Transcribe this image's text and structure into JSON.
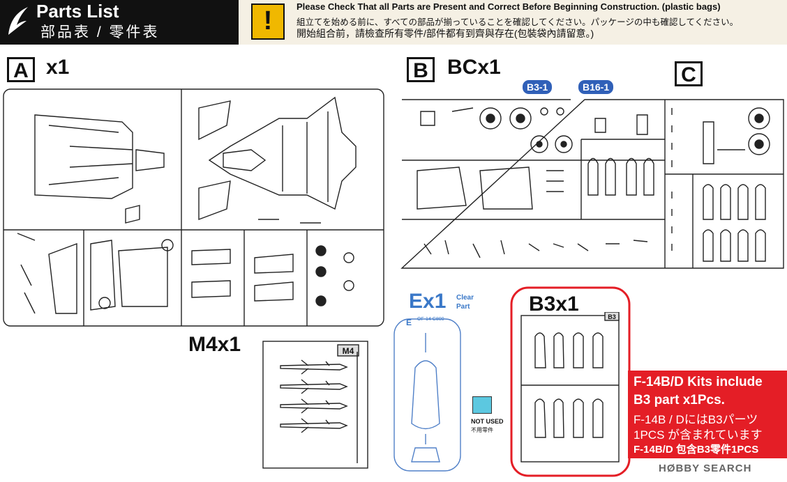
{
  "header": {
    "title": "Parts List",
    "subtitle": "部品表 / 零件表"
  },
  "notice": {
    "en": "Please Check That all Parts are Present and Correct Before Beginning Construction. (plastic bags)",
    "ja": "組立てを始める前に、すべての部品が揃っていることを確認してください。パッケージの中も確認してください。",
    "zh": "開始組合前，請檢查所有零件/部件都有到齊與存在(包裝袋內請留意。)",
    "warning_icon": "exclamation-warning-icon"
  },
  "sprues": {
    "a": {
      "letter": "A",
      "qty": "x1"
    },
    "b": {
      "letter": "B",
      "qty": "BCx1",
      "callout1": "B3-1",
      "callout2": "B16-1"
    },
    "c": {
      "letter": "C"
    },
    "m4": {
      "qty": "M4x1",
      "tag": "M4"
    },
    "e": {
      "qty": "Ex1",
      "note": "Clear\nPart",
      "tag": "E",
      "code": "OF-14\nC800"
    },
    "b3": {
      "qty": "B3x1",
      "tag": "B3"
    }
  },
  "not_used": {
    "en": "NOT USED",
    "ja": "不用零件",
    "color": "#5cc8e0"
  },
  "b3_note": {
    "line1": "F-14B/D Kits include",
    "line2": "B3 part x1Pcs.",
    "line3": "F-14B / DにはB3パーツ",
    "line4": "1PCS が含まれています",
    "line5": "F-14B/D 包含B3零件1PCS",
    "color": "#e41e26"
  },
  "watermark": "HØBBY SEARCH",
  "colors": {
    "header_bg": "#111111",
    "warning": "#f0b800",
    "clear_part": "#3a78c8",
    "callout": "#3060b8",
    "highlight_border": "#e41e26"
  }
}
